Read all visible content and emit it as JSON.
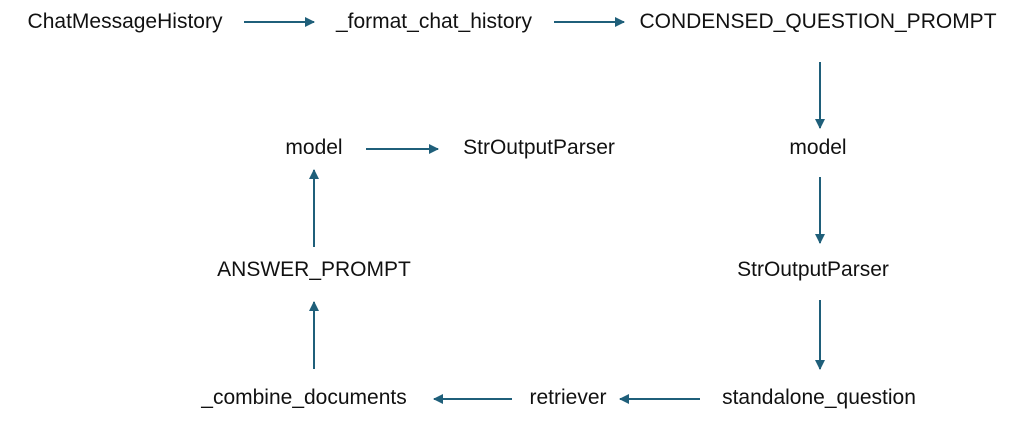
{
  "colors": {
    "arrow": "#1f5f7a",
    "text": "#111111",
    "background": "#ffffff"
  },
  "nodes": {
    "chat_message_history": "ChatMessageHistory",
    "format_chat_history": "_format_chat_history",
    "condensed_question_prompt": "CONDENSED_QUESTION_PROMPT",
    "model_right": "model",
    "str_output_parser_right": "StrOutputParser",
    "standalone_question": "standalone_question",
    "retriever": "retriever",
    "combine_documents": "_combine_documents",
    "answer_prompt": "ANSWER_PROMPT",
    "model_left": "model",
    "str_output_parser_left": "StrOutputParser"
  },
  "edges": [
    {
      "from": "chat_message_history",
      "to": "format_chat_history"
    },
    {
      "from": "format_chat_history",
      "to": "condensed_question_prompt"
    },
    {
      "from": "condensed_question_prompt",
      "to": "model_right"
    },
    {
      "from": "model_right",
      "to": "str_output_parser_right"
    },
    {
      "from": "str_output_parser_right",
      "to": "standalone_question"
    },
    {
      "from": "standalone_question",
      "to": "retriever"
    },
    {
      "from": "retriever",
      "to": "combine_documents"
    },
    {
      "from": "combine_documents",
      "to": "answer_prompt"
    },
    {
      "from": "answer_prompt",
      "to": "model_left"
    },
    {
      "from": "model_left",
      "to": "str_output_parser_left"
    }
  ]
}
